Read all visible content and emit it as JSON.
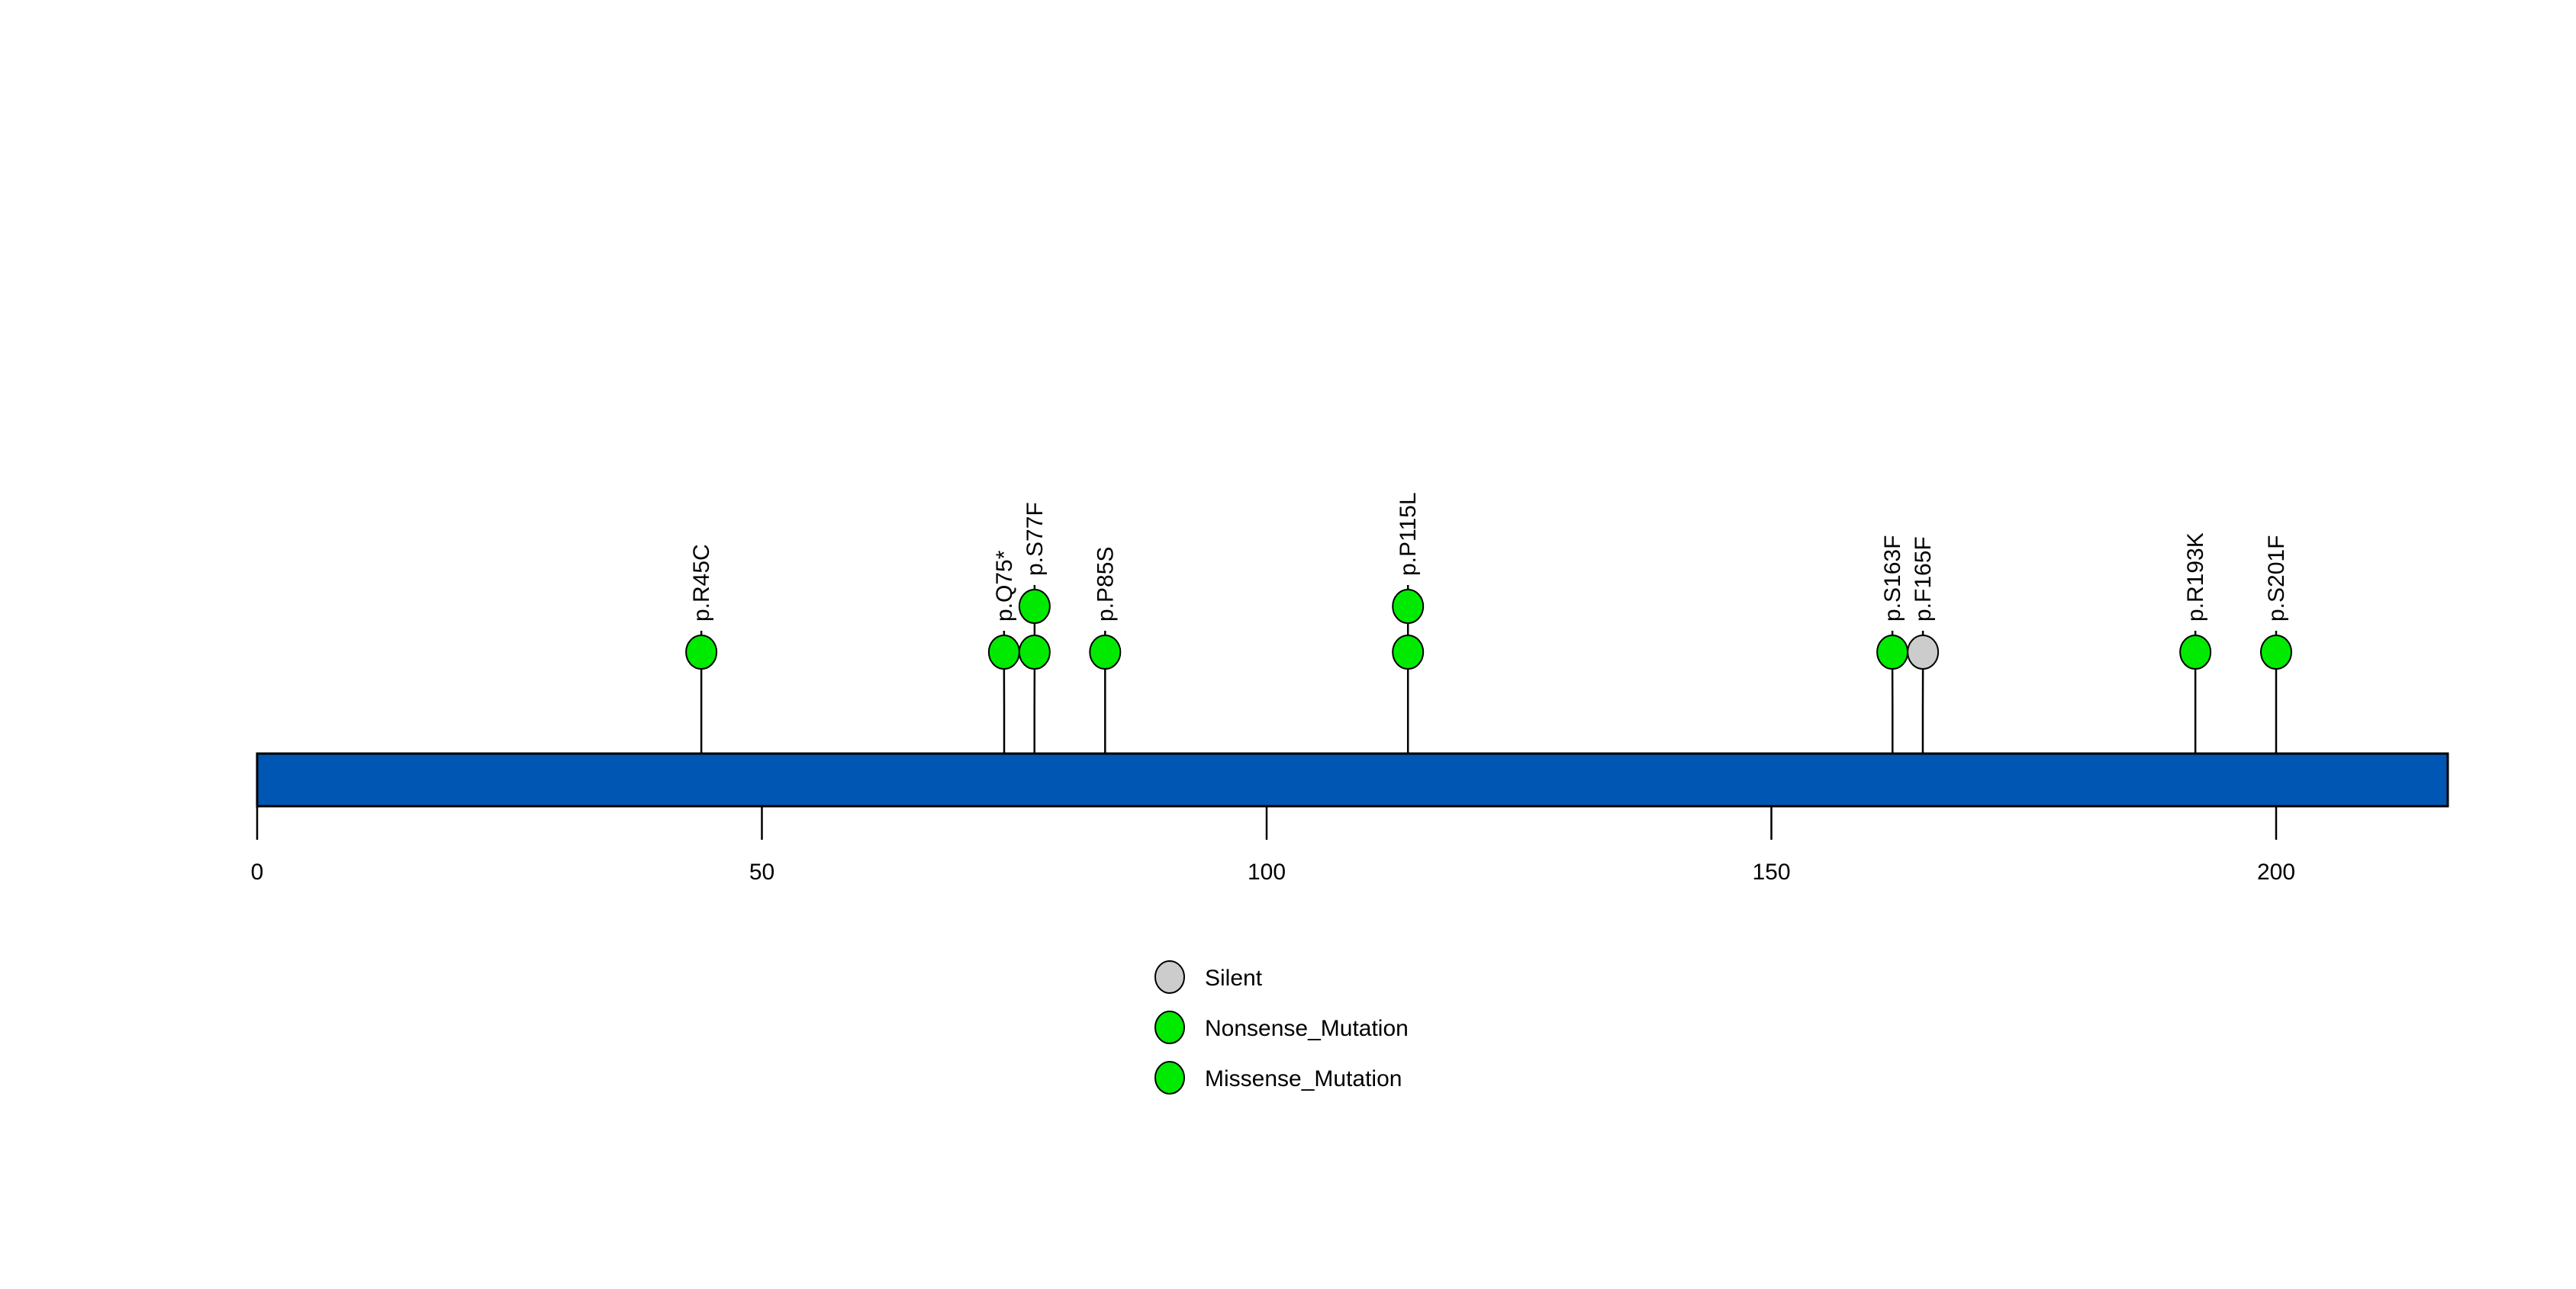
{
  "chart_data": {
    "type": "lollipop",
    "title": "",
    "xlabel": "",
    "ylabel": "",
    "protein": {
      "start": 0,
      "end": 217,
      "color": "#0056b3",
      "border_color": "#000000"
    },
    "axis": {
      "ticks": [
        0,
        50,
        100,
        150,
        200
      ],
      "tick_labels": [
        "0",
        "50",
        "100",
        "150",
        "200"
      ],
      "xlim": [
        0,
        217
      ],
      "grid": false
    },
    "mutations": [
      {
        "label": "p.R45C",
        "position": 44,
        "count": 1,
        "class": "Missense_Mutation",
        "color": "#00ea00"
      },
      {
        "label": "p.Q75*",
        "position": 74,
        "count": 1,
        "class": "Nonsense_Mutation",
        "color": "#00ea00"
      },
      {
        "label": "p.S77F",
        "position": 77,
        "count": 2,
        "class": "Missense_Mutation",
        "color": "#00ea00"
      },
      {
        "label": "p.P85S",
        "position": 84,
        "count": 1,
        "class": "Missense_Mutation",
        "color": "#00ea00"
      },
      {
        "label": "p.P115L",
        "position": 114,
        "count": 2,
        "class": "Missense_Mutation",
        "color": "#00ea00"
      },
      {
        "label": "p.S163F",
        "position": 162,
        "count": 1,
        "class": "Missense_Mutation",
        "color": "#00ea00"
      },
      {
        "label": "p.F165F",
        "position": 165,
        "count": 1,
        "class": "Silent",
        "color": "#cccccc"
      },
      {
        "label": "p.R193K",
        "position": 192,
        "count": 1,
        "class": "Missense_Mutation",
        "color": "#00ea00"
      },
      {
        "label": "p.S201F",
        "position": 200,
        "count": 1,
        "class": "Missense_Mutation",
        "color": "#00ea00"
      }
    ],
    "legend": {
      "position": "bottom-center",
      "entries": [
        {
          "label": "Silent",
          "color": "#cccccc"
        },
        {
          "label": "Nonsense_Mutation",
          "color": "#00ea00"
        },
        {
          "label": "Missense_Mutation",
          "color": "#00ea00"
        }
      ]
    }
  }
}
